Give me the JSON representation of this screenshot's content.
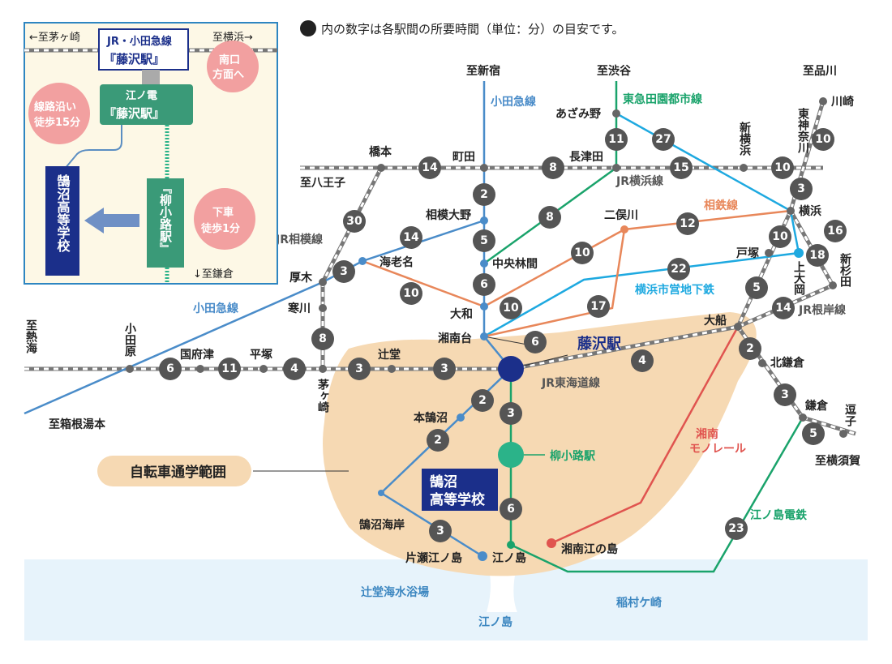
{
  "legend_note": "内の数字は各駅間の所要時間（単位：分）の目安です。",
  "inset": {
    "to_chigasaki": "←至茅ヶ崎",
    "to_yokohama": "至横浜→",
    "jr_odakyu_line": "JR・小田急線",
    "jr_fujisawa": "『藤沢駅』",
    "south_exit_1": "南口",
    "south_exit_2": "方面へ",
    "enoden_line": "江ノ電",
    "enoden_fujisawa": "『藤沢駅』",
    "walk15_1": "線路沿い",
    "walk15_2": "徒歩15分",
    "school_vertical": "鵠沼高等学校",
    "yanagikoji_vertical": "『柳小路駅』",
    "walk1_1": "下車",
    "walk1_2": "徒歩1分",
    "to_kamakura": "↓至鎌倉"
  },
  "to_labels": {
    "shinjuku": "至新宿",
    "shibuya": "至渋谷",
    "shinagawa": "至品川",
    "hachioji": "至八王子",
    "atami": "至熱海",
    "hakone": "至箱根湯本",
    "yokosuka": "至横須賀"
  },
  "line_names": {
    "odakyu_top": "小田急線",
    "tokyu": "東急田園都市線",
    "jr_yokohama": "JR横浜線",
    "sotetsu": "相鉄線",
    "jr_sagami": "JR相模線",
    "odakyu_left": "小田急線",
    "subway": "横浜市営地下鉄",
    "jr_negishi": "JR根岸線",
    "jr_tokaido": "JR東海道線",
    "monorail_1": "湘南",
    "monorail_2": "モノレール",
    "enoden": "江ノ島電鉄"
  },
  "stations": {
    "hashimoto": "橋本",
    "machida": "町田",
    "nagatsuta": "長津田",
    "azamino": "あざみ野",
    "shinyokohama": "新横浜",
    "higashikanagawa": "東神奈川",
    "kawasaki": "川崎",
    "sagamiono": "相模大野",
    "futamatagawa": "二俣川",
    "yokohama": "横浜",
    "ebina": "海老名",
    "chuorinkan": "中央林間",
    "atsugi": "厚木",
    "samukawa": "寒川",
    "yamato": "大和",
    "totsuka": "戸塚",
    "kamiooka": "上大岡",
    "shinsugita": "新杉田",
    "shonandai": "湘南台",
    "ofuna": "大船",
    "fujisawa": "藤沢駅",
    "odawara": "小田原",
    "kozu": "国府津",
    "hiratsuka": "平塚",
    "chigasaki": "茅ヶ崎",
    "tsujido": "辻堂",
    "kitakamakura": "北鎌倉",
    "kamakura": "鎌倉",
    "zushi": "逗子",
    "honkugenuma": "本鵠沼",
    "yanagikoji": "柳小路駅",
    "kugenumakaigan": "鵠沼海岸",
    "katasenoshima": "片瀬江ノ島",
    "enoshima_st": "江ノ島",
    "shonanenoshima": "湘南江の島"
  },
  "badges": {
    "b14a": "14",
    "b8a": "8",
    "b11": "11",
    "b27": "27",
    "b15": "15",
    "b10a": "10",
    "b3a": "3",
    "b10b": "10",
    "b2a": "2",
    "b5a": "5",
    "b6a": "6",
    "b10c": "10",
    "b14b": "14",
    "b8b": "8",
    "b12": "12",
    "b10d": "10",
    "b10e": "10",
    "b17": "17",
    "b22": "22",
    "b16": "16",
    "b10f": "10",
    "b18": "18",
    "b5b": "5",
    "b14c": "14",
    "b30": "30",
    "b3b": "3",
    "b8c": "8",
    "b6b": "6",
    "b11b": "11",
    "b4a": "4",
    "b3c": "3",
    "b3d": "3",
    "b6c": "6",
    "b4b": "4",
    "b2b": "2",
    "b3e": "3",
    "b2c": "2",
    "b5c": "5",
    "b2d": "2",
    "b3f": "3",
    "b6d": "6",
    "b3g": "3",
    "b23": "23"
  },
  "area_label": "自転車通学範囲",
  "school_1": "鵠沼",
  "school_2": "高等学校",
  "sea_1": "辻堂海水浴場",
  "sea_2": "稲村ケ崎",
  "enoshima_island": "江ノ島",
  "colors": {
    "odakyu": "#4a8cc9",
    "tokyu": "#1aa36b",
    "subway": "#1ea9e0",
    "sotetsu": "#e8875a",
    "monorail": "#e0544f",
    "enoden": "#1aa36b",
    "badge": "#555555",
    "fujisawa": "#1b2f8a",
    "area": "#f6d9b3",
    "sea": "#e7f3fb"
  }
}
